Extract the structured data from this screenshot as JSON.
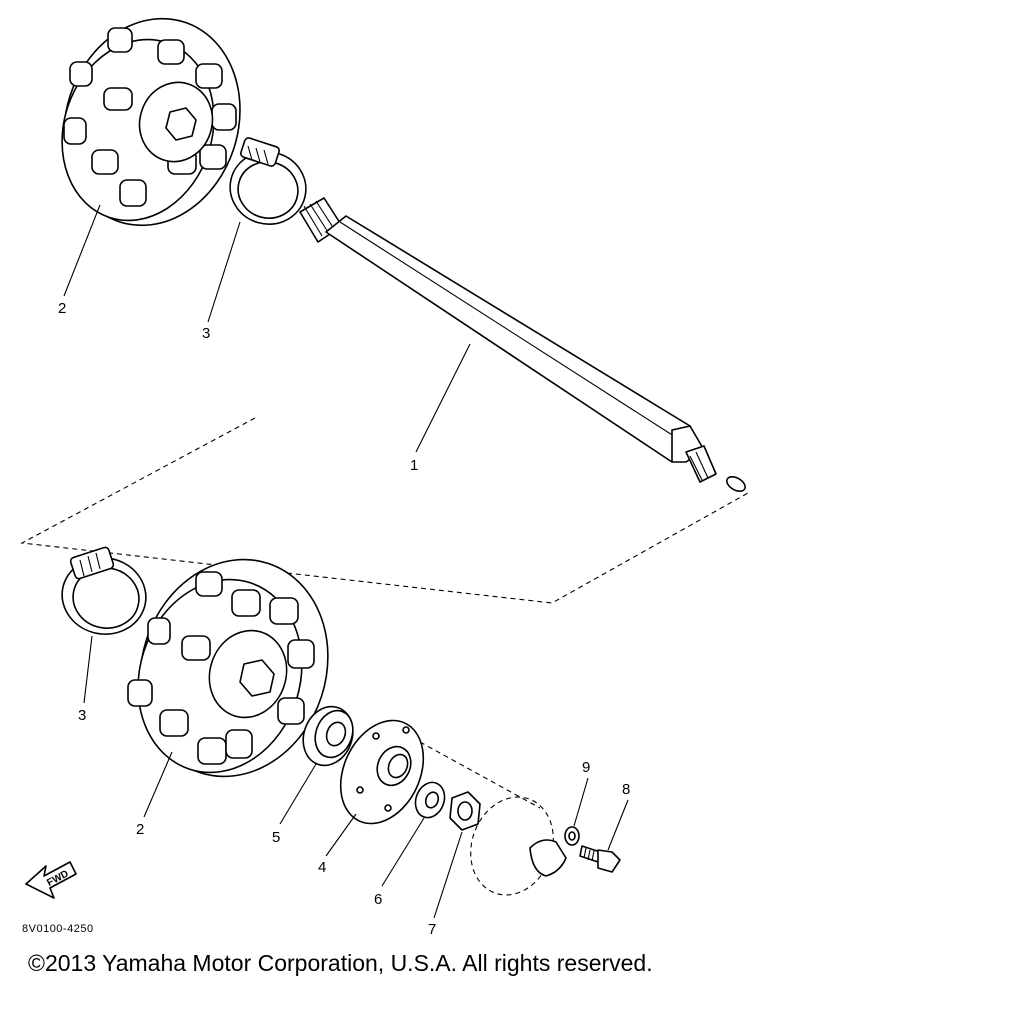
{
  "callouts": {
    "shaft": "1",
    "sprocket_upper": "2",
    "sprocket_lower": "2",
    "clamp_upper": "3",
    "clamp_lower": "3",
    "bearing": "5",
    "bearing_holder": "4",
    "washer": "6",
    "nut": "7",
    "bolt": "8",
    "lock_washer": "9"
  },
  "fwd_label": "FWD",
  "diagram_code": "8V0100-4250",
  "copyright": "©2013 Yamaha Motor Corporation, U.S.A. All rights reserved."
}
